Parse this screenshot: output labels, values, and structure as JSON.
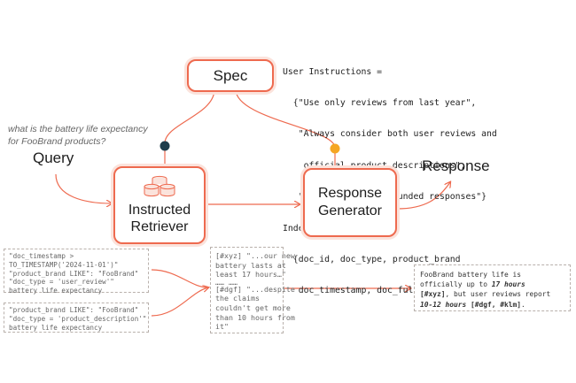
{
  "spec": {
    "label": "Spec"
  },
  "instructions": {
    "lines": [
      "User Instructions =",
      "  {\"Use only reviews from last year\",",
      "   \"Always consider both user reviews and",
      "    official product descriptions\",",
      "   \"Produce short, grounded responses\"}",
      "Index Schema =",
      "  {doc_id, doc_type, product_brand",
      "   doc_timestamp, doc_fulltext}"
    ]
  },
  "question": {
    "line1": "what is the battery life expectancy",
    "line2": "for FooBrand products?"
  },
  "query": {
    "label": "Query"
  },
  "retriever": {
    "line1": "Instructed",
    "line2": "Retriever"
  },
  "generator": {
    "line1": "Response",
    "line2": "Generator"
  },
  "response": {
    "label": "Response"
  },
  "filter1": {
    "lines": [
      "\"doc_timestamp >",
      "TO_TIMESTAMP('2024-11-01')\"",
      "\"product_brand LIKE\": \"FooBrand\"",
      "\"doc_type = 'user_review'\"",
      "battery life expectancy"
    ]
  },
  "filter2": {
    "lines": [
      "\"product_brand LIKE\": \"FooBrand\"",
      "\"doc_type = 'product_description'\"",
      "battery life expectancy"
    ]
  },
  "docs": {
    "lines1": [
      "[#xyz] \"...our new",
      "battery lasts at",
      "least 17 hours…\""
    ],
    "sep": "……    ……",
    "lines2": [
      "[#dgf] \"...despite",
      "the claims",
      "couldn't get more",
      "than 10 hours from",
      "it\""
    ]
  },
  "answer": {
    "t1": "FooBrand battery life is",
    "t2": "officially up to ",
    "b1": "17 hours",
    "b2": "[#xyz]",
    "t3": ", but user reviews report",
    "b3": "10-12 hours",
    "b4": "[#dgf, #klm]",
    "t4": "."
  },
  "colors": {
    "accent": "#ee6a4f",
    "dark_node": "#1f3d4c",
    "yellow_node": "#f5a623"
  }
}
